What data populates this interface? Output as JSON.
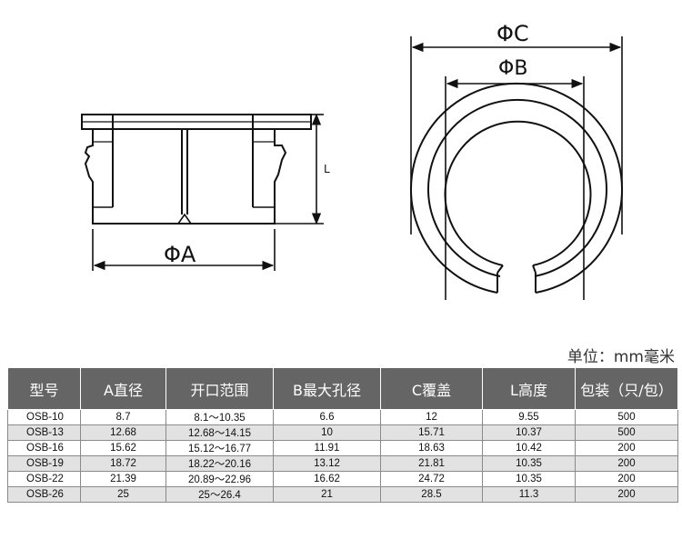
{
  "drawing": {
    "label_a": "ΦA",
    "label_b": "ΦB",
    "label_c": "ΦC",
    "label_l": "L"
  },
  "unit_note": "单位：mm毫米",
  "table": {
    "headers": [
      "型号",
      "A直径",
      "开口范围",
      "B最大孔径",
      "C覆盖",
      "L高度",
      "包装（只/包）"
    ],
    "rows": [
      [
        "OSB-10",
        "8.7",
        "8.1～10.35",
        "6.6",
        "12",
        "9.55",
        "500"
      ],
      [
        "OSB-13",
        "12.68",
        "12.68～14.15",
        "10",
        "15.71",
        "10.37",
        "500"
      ],
      [
        "OSB-16",
        "15.62",
        "15.12～16.77",
        "11.91",
        "18.63",
        "10.42",
        "200"
      ],
      [
        "OSB-19",
        "18.72",
        "18.22～20.16",
        "13.12",
        "21.81",
        "10.35",
        "200"
      ],
      [
        "OSB-22",
        "21.39",
        "20.89～22.96",
        "16.62",
        "24.72",
        "10.35",
        "200"
      ],
      [
        "OSB-26",
        "25",
        "25～26.4",
        "21",
        "28.5",
        "11.3",
        "200"
      ]
    ]
  }
}
